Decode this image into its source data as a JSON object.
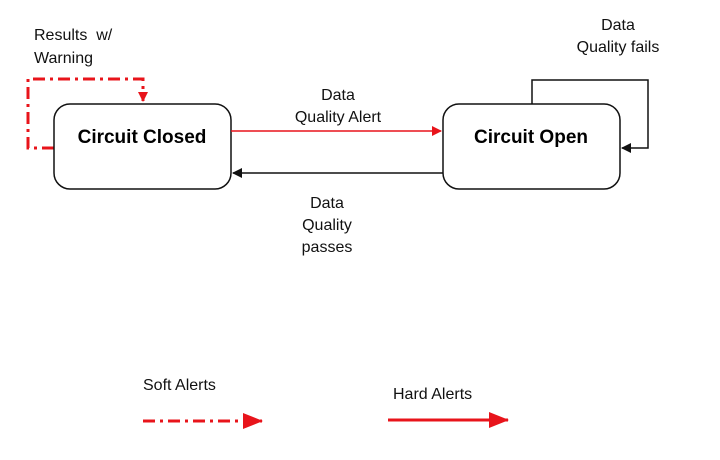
{
  "states": {
    "closed": {
      "label": "Circuit Closed"
    },
    "open": {
      "label": "Circuit Open"
    }
  },
  "transitions": {
    "self_closed": {
      "line1": "Results  w/",
      "line2": "Warning",
      "style": "soft"
    },
    "closed_to_open": {
      "line1": "Data",
      "line2": "Quality Alert",
      "style": "hard"
    },
    "open_to_closed": {
      "line1": "Data",
      "line2": "Quality",
      "line3": "passes",
      "style": "plain"
    },
    "self_open": {
      "line1": "Data",
      "line2": "Quality fails",
      "style": "plain"
    }
  },
  "legend": {
    "soft": {
      "label": "Soft Alerts"
    },
    "hard": {
      "label": "Hard Alerts"
    }
  },
  "colors": {
    "alert": "#e8141b",
    "plain": "#111111"
  }
}
